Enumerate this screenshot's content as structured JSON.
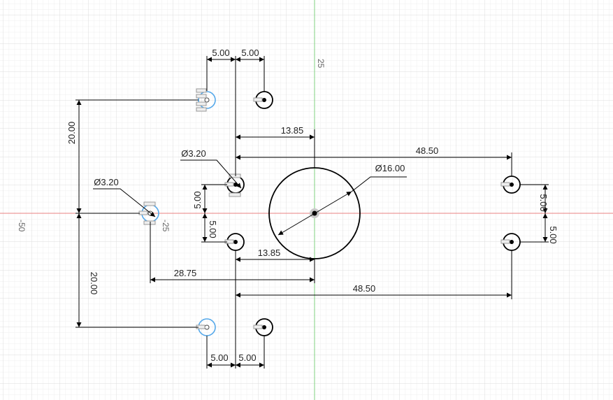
{
  "colors": {
    "background": "#ffffff",
    "grid_minor": "#eeeeee",
    "grid_major": "#dcdcdc",
    "x_axis": "#e98080",
    "y_axis": "#80d080",
    "geometry": "#000000",
    "selected": "#55a8ea",
    "constraint": "#9a9a9a"
  },
  "axis_labels": {
    "y_top": "25",
    "x_left": "-50",
    "x_right": "-25"
  },
  "dimensions": {
    "top_left_5": "5.00",
    "top_right_5": "5.00",
    "bottom_left_5": "5.00",
    "bottom_right_5": "5.00",
    "top_20": "20.00",
    "bottom_20": "20.00",
    "upper_13_85": "13.85",
    "lower_13_85": "13.85",
    "upper_48_50": "48.50",
    "lower_48_50": "48.50",
    "dia_16": "Ø16.00",
    "dia_3_20_upper": "Ø3.20",
    "dia_3_20_left": "Ø3.20",
    "left_5_upper": "5.00",
    "left_5_lower": "5.00",
    "right_5_upper": "5.00",
    "right_5_lower": "5.00",
    "width_28_75": "28.75"
  }
}
